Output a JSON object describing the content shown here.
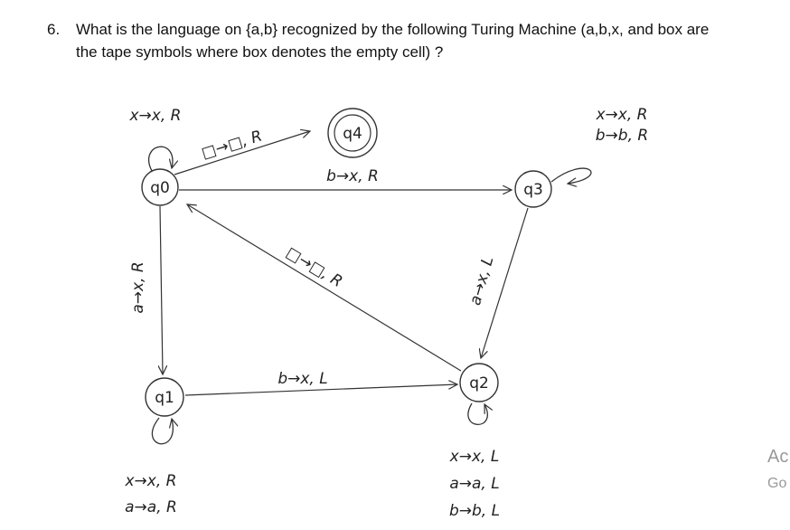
{
  "question": {
    "number": "6.",
    "text": "What is the language on {a,b} recognized by the following Turing Machine (a,b,x, and box are the tape symbols where box denotes the empty cell) ?"
  },
  "diagram": {
    "states": {
      "q0": "q0",
      "q1": "q1",
      "q2": "q2",
      "q3": "q3",
      "q4": "q4"
    },
    "transitions": {
      "q0_self": "x→x, R",
      "q0_q4": "□→□, R",
      "q0_q3": "b→x, R",
      "q2_q0": "□→□, R",
      "q0_q1": "a→x, R",
      "q1_q2": "b→x, L",
      "q3_q2": "a→x, L",
      "q3_self": [
        "x→x, R",
        "b→b, R"
      ],
      "q1_self": [
        "x→x, R",
        "a→a, R"
      ],
      "q2_self": [
        "x→x, L",
        "a→a, L",
        "b→b, L"
      ]
    }
  },
  "side_text": {
    "line1": "Ac",
    "line2": "Go"
  }
}
